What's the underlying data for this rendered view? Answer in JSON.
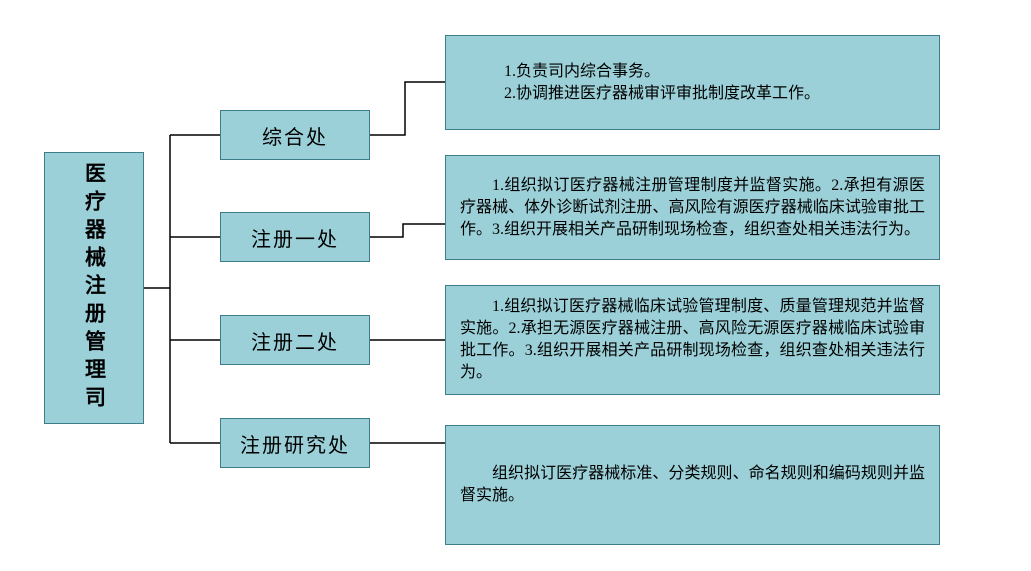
{
  "diagram": {
    "root": {
      "label": "医疗器械注册管理司"
    },
    "branches": [
      {
        "label": "综合处",
        "duties": "1.负责司内综合事务。\n2.协调推进医疗器械审评审批制度改革工作。"
      },
      {
        "label": "注册一处",
        "duties": "1.组织拟订医疗器械注册管理制度并监督实施。2.承担有源医疗器械、体外诊断试剂注册、高风险有源医疗器械临床试验审批工作。3.组织开展相关产品研制现场检查，组织查处相关违法行为。"
      },
      {
        "label": "注册二处",
        "duties": "1.组织拟订医疗器械临床试验管理制度、质量管理规范并监督实施。2.承担无源医疗器械注册、高风险无源医疗器械临床试验审批工作。3.组织开展相关产品研制现场检查，组织查处相关违法行为。"
      },
      {
        "label": "注册研究处",
        "duties": "组织拟订医疗器械标准、分类规则、命名规则和编码规则并监督实施。"
      }
    ],
    "colors": {
      "box_fill": "#9bd0d8",
      "box_border": "#3e7d8a",
      "line": "#000000"
    }
  }
}
